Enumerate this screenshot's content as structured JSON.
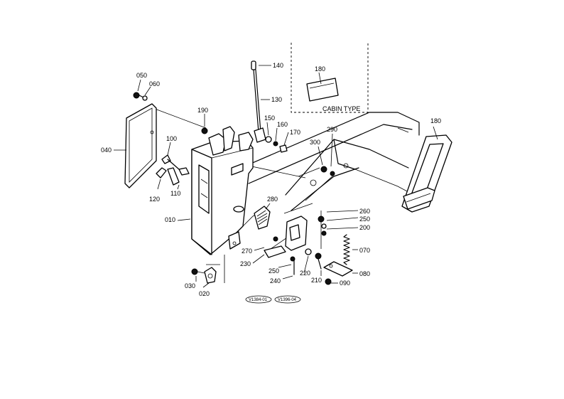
{
  "inset": {
    "label": "CABIN TYPE"
  },
  "parts": {
    "p010": "010",
    "p020": "020",
    "p030": "030",
    "p040": "040",
    "p050": "050",
    "p060": "060",
    "p070": "070",
    "p080": "080",
    "p090": "090",
    "p100": "100",
    "p110": "110",
    "p120": "120",
    "p130": "130",
    "p140": "140",
    "p150": "150",
    "p160": "160",
    "p170": "170",
    "p180a": "180",
    "p180b": "180",
    "p190": "190",
    "p200": "200",
    "p210": "210",
    "p220": "220",
    "p230": "230",
    "p240": "240",
    "p250a": "250",
    "p250b": "250",
    "p260": "260",
    "p270": "270",
    "p280": "280",
    "p290": "290",
    "p300": "300"
  },
  "refs": {
    "r1": "V1384-01",
    "r2": "V1396-04"
  }
}
